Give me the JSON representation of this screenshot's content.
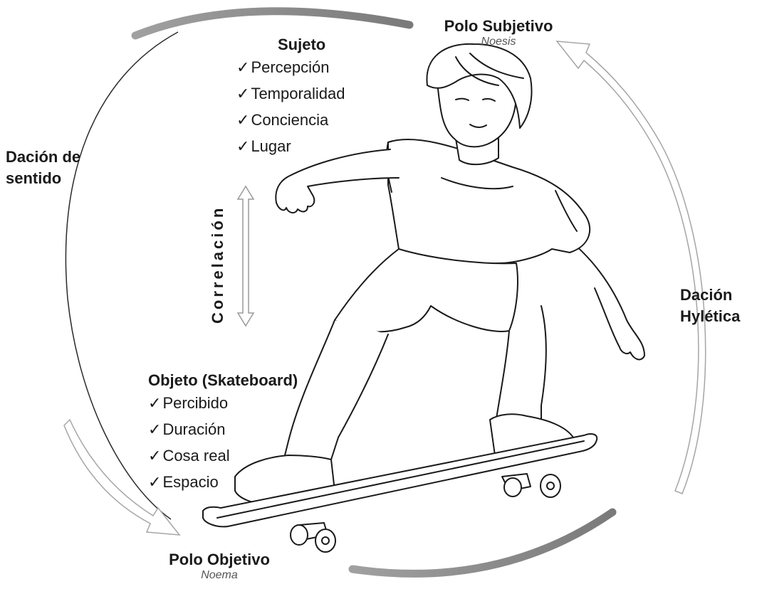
{
  "diagram": {
    "polo_subjetivo": {
      "title": "Polo Subjetivo",
      "subtitle": "Noesis"
    },
    "polo_objetivo": {
      "title": "Polo Objetivo",
      "subtitle": "Noema"
    },
    "dacion_sentido": {
      "line1": "Dación de",
      "line2": "sentido"
    },
    "dacion_hyletica": {
      "line1": "Dación",
      "line2": "Hylética"
    },
    "correlacion": "Correlación",
    "sujeto": {
      "title": "Sujeto",
      "items": [
        "Percepción",
        "Temporalidad",
        "Conciencia",
        "Lugar"
      ]
    },
    "objeto": {
      "title": "Objeto (Skateboard)",
      "items": [
        "Percibido",
        "Duración",
        "Cosa real",
        "Espacio"
      ]
    }
  },
  "colors": {
    "arc_gray": "#8c8c8c",
    "outline": "#1a1a1a",
    "hollow_arrow": "#b0b0b0"
  },
  "icons": [
    "skateboarder-illustration",
    "double-arrow-icon",
    "curved-arrow-icon"
  ]
}
